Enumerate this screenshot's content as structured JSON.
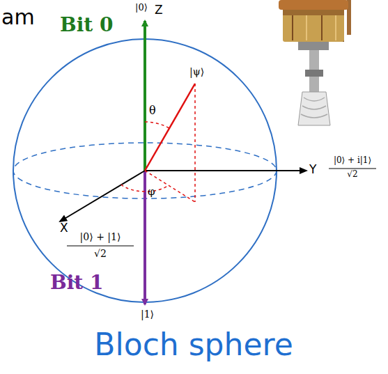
{
  "diagram": {
    "caption": "Bloch sphere",
    "labels": [
      "am",
      "|0⟩",
      "Z",
      "Bit 0",
      "|ψ⟩",
      "θ",
      "φ",
      "Y",
      "|0⟩ + i|1⟩",
      "√2",
      "X",
      "|0⟩ + |1⟩",
      "√2",
      "Bit 1",
      "|1⟩"
    ]
  }
}
